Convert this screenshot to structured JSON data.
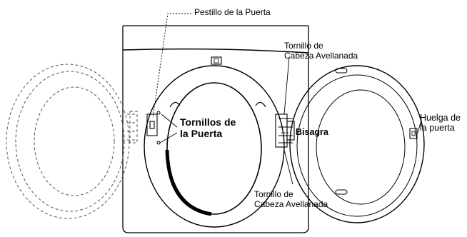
{
  "labels": {
    "door_latch": "Pestillo de la Puerta",
    "countersunk_screw_top": [
      "Tornillo de",
      "Cabeza Avellanada"
    ],
    "door_screws": [
      "Tornillos de",
      "la Puerta"
    ],
    "hinge": "Bisagra",
    "door_strike": [
      "Huelga de",
      "la puerta"
    ],
    "countersunk_screw_bottom": [
      "Tornillo de",
      "Cabeza Avellanada"
    ]
  },
  "colors": {
    "ink": "#000000",
    "dashed": "#555555"
  }
}
